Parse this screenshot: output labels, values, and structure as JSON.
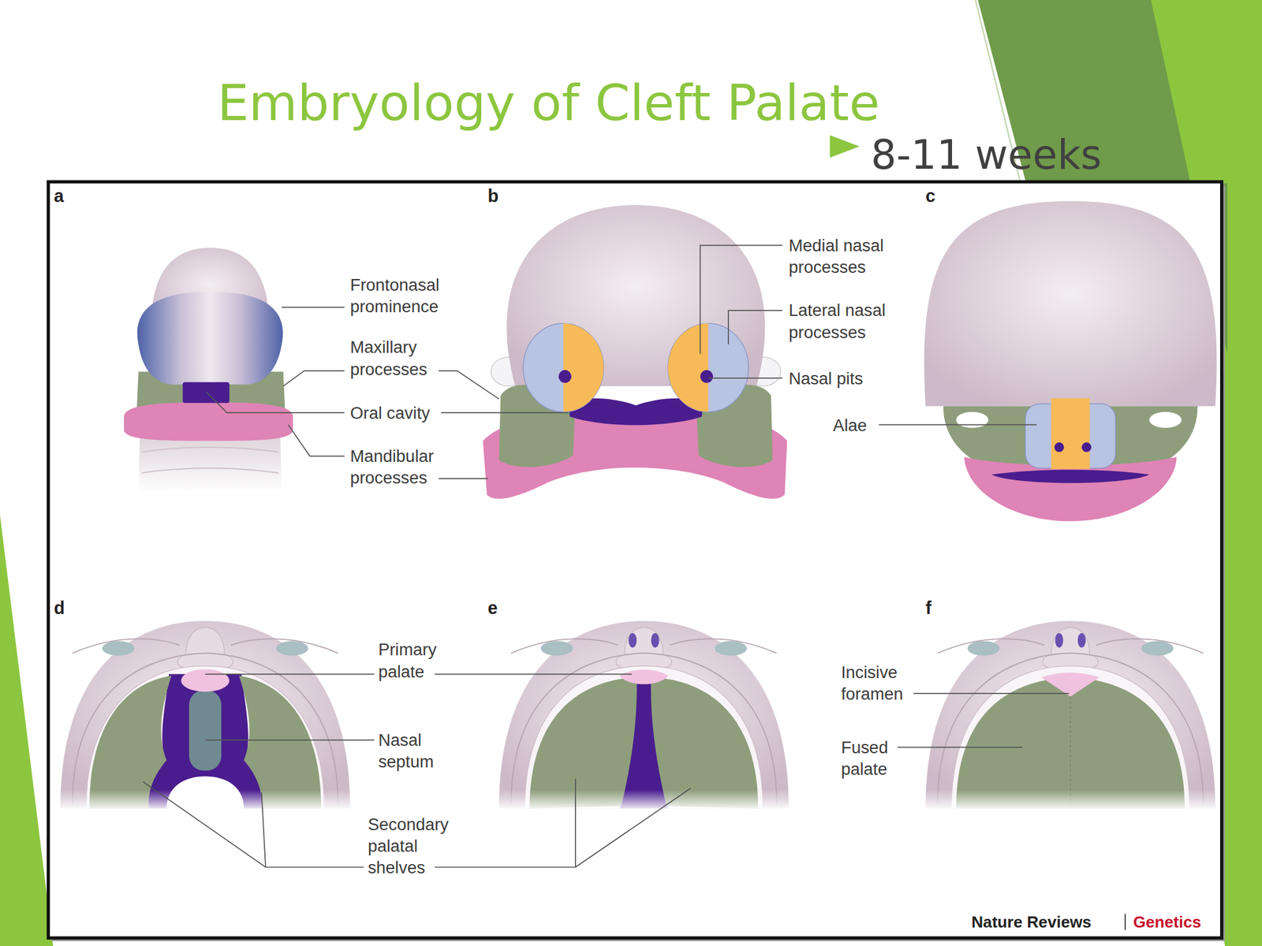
{
  "diagram": {
    "title": "Embryology of Cleft Palate",
    "labels": [
      "8-11 weeks",
      "a",
      "b",
      "c",
      "d",
      "e",
      "f",
      "Frontonasal prominence",
      "Maxillary processes",
      "Oral cavity",
      "Mandibular processes",
      "Medial nasal processes",
      "Lateral nasal processes",
      "Nasal pits",
      "Alae",
      "Primary palate",
      "Nasal septum",
      "Secondary palatal shelves",
      "Incisive foramen",
      "Fused palate",
      "Nature Reviews",
      "Genetics"
    ]
  }
}
